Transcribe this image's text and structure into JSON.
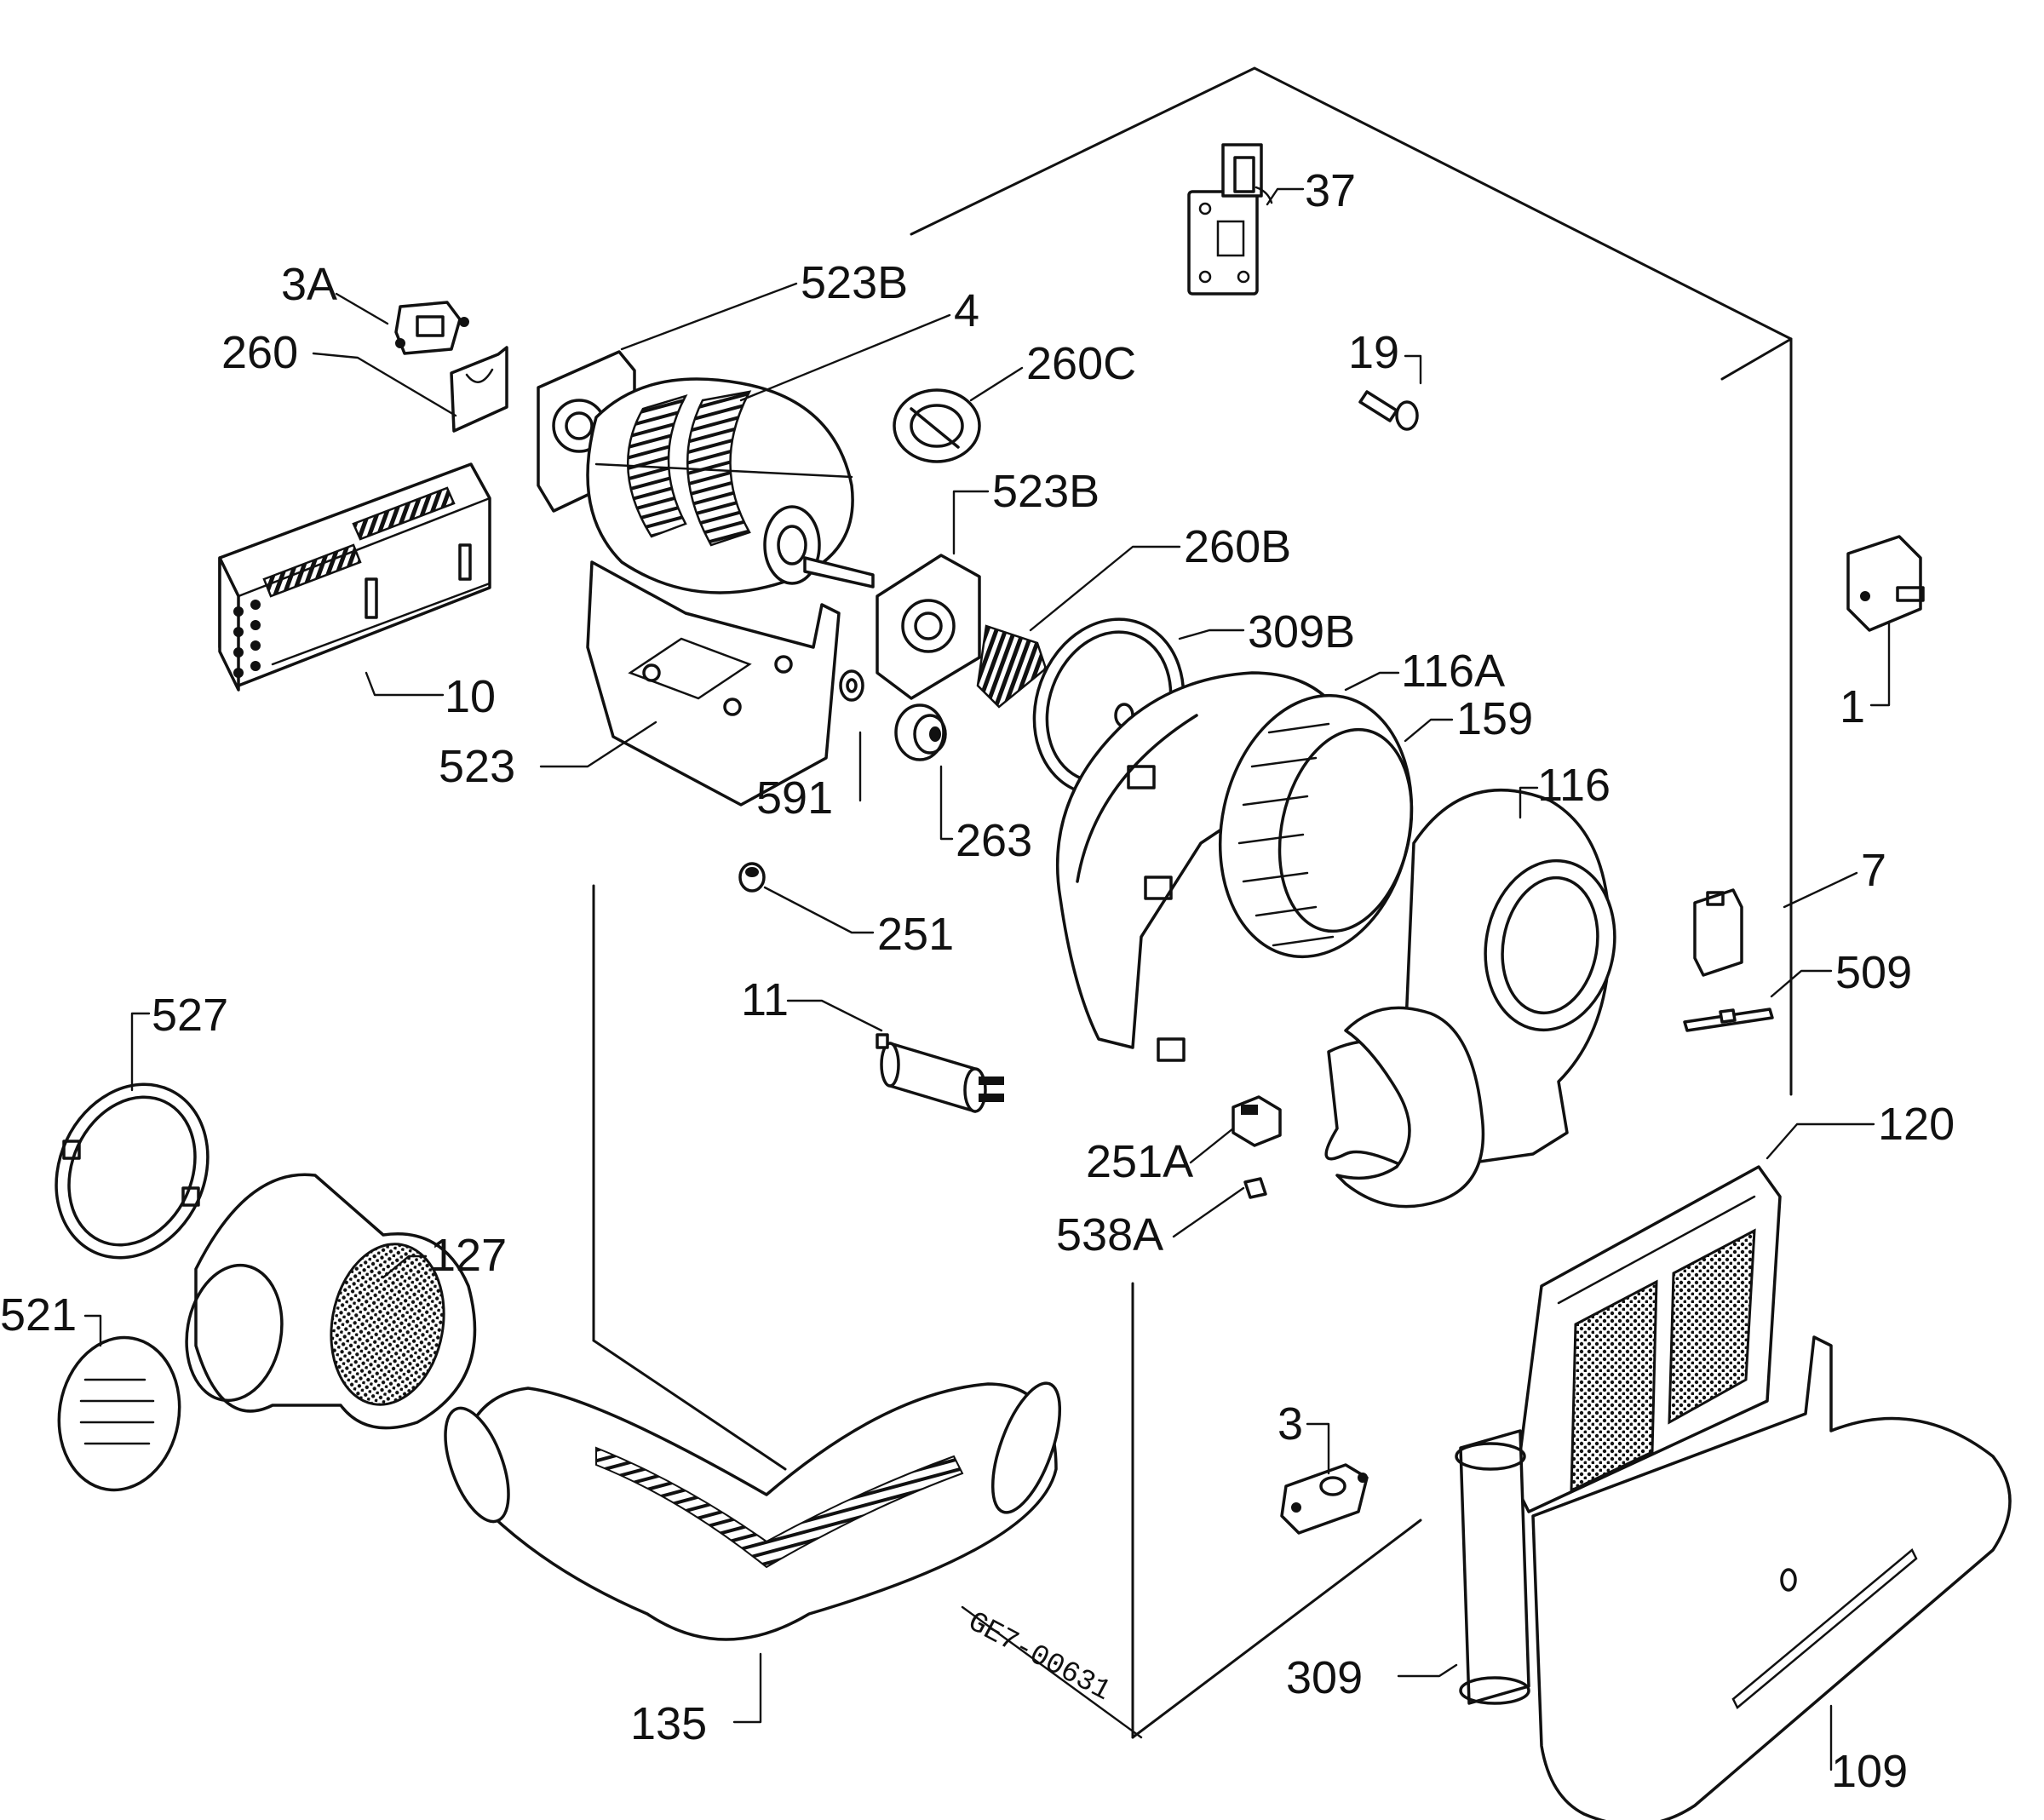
{
  "diagram": {
    "parts": [
      {
        "id": "37",
        "label": "37"
      },
      {
        "id": "3A",
        "label": "3A"
      },
      {
        "id": "523B_top",
        "label": "523B"
      },
      {
        "id": "4",
        "label": "4"
      },
      {
        "id": "260",
        "label": "260"
      },
      {
        "id": "260C",
        "label": "260C"
      },
      {
        "id": "19",
        "label": "19"
      },
      {
        "id": "523B_mid",
        "label": "523B"
      },
      {
        "id": "260B",
        "label": "260B"
      },
      {
        "id": "309B",
        "label": "309B"
      },
      {
        "id": "116A",
        "label": "116A"
      },
      {
        "id": "10",
        "label": "10"
      },
      {
        "id": "159",
        "label": "159"
      },
      {
        "id": "1",
        "label": "1"
      },
      {
        "id": "523",
        "label": "523"
      },
      {
        "id": "116",
        "label": "116"
      },
      {
        "id": "591",
        "label": "591"
      },
      {
        "id": "263",
        "label": "263"
      },
      {
        "id": "7",
        "label": "7"
      },
      {
        "id": "251",
        "label": "251"
      },
      {
        "id": "509",
        "label": "509"
      },
      {
        "id": "11",
        "label": "11"
      },
      {
        "id": "527",
        "label": "527"
      },
      {
        "id": "120",
        "label": "120"
      },
      {
        "id": "251A",
        "label": "251A"
      },
      {
        "id": "538A",
        "label": "538A"
      },
      {
        "id": "127",
        "label": "127"
      },
      {
        "id": "521",
        "label": "521"
      },
      {
        "id": "3",
        "label": "3"
      },
      {
        "id": "309",
        "label": "309"
      },
      {
        "id": "135",
        "label": "135"
      },
      {
        "id": "109",
        "label": "109"
      }
    ],
    "drawing_code": "GE7-00631"
  }
}
